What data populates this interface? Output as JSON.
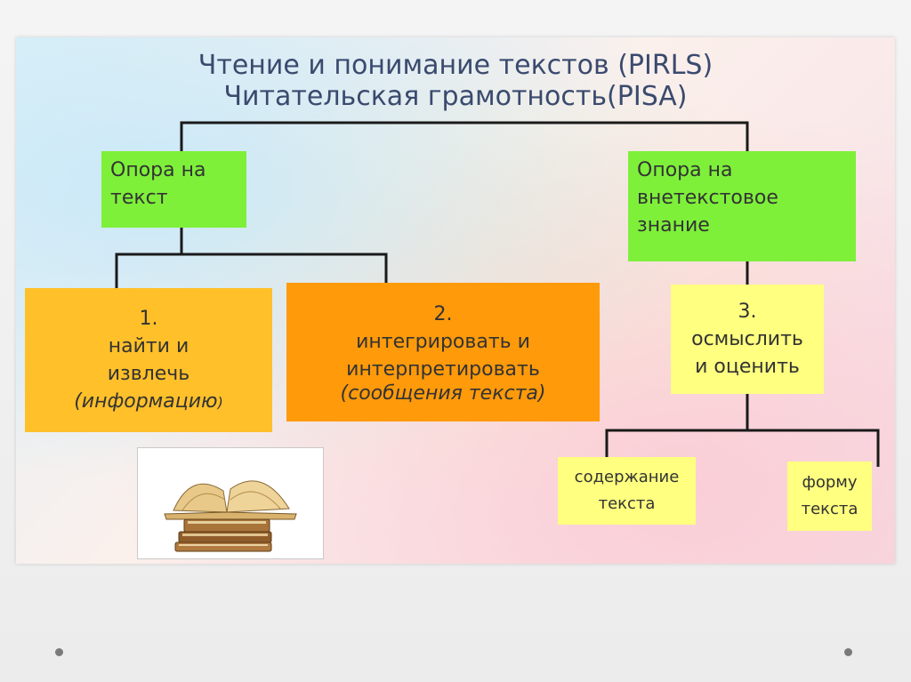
{
  "title": {
    "line1": "Чтение и понимание текстов (PIRLS)",
    "line2": "Читательская грамотность(PISA)"
  },
  "branches": {
    "text_based": {
      "line1": "Опора на",
      "line2": "текст"
    },
    "outside_knowledge": {
      "line1": "Опора на",
      "line2": "внетекстовое",
      "line3": "знание"
    }
  },
  "skills": {
    "find": {
      "number": "1.",
      "line1": "найти и",
      "line2": "извлечь",
      "note": "(информацию",
      "note_end": ")"
    },
    "integrate": {
      "number": "2.",
      "line1": "интегрировать и",
      "line2": "интерпретировать",
      "note": "(сообщения текста)"
    },
    "evaluate": {
      "number": "3.",
      "line1": "осмыслить",
      "line2": "и оценить"
    }
  },
  "evaluate_targets": {
    "content": {
      "line1": "содержание",
      "line2": "текста"
    },
    "form": {
      "line1": "форму",
      "line2": "текста"
    }
  },
  "colors": {
    "title": "#3a4a6e",
    "green_box": "#7ef03a",
    "yellow_box": "#ffff80",
    "orange_box": "#ffc02a",
    "dark_orange_box": "#ff9a0a"
  },
  "icons": {
    "picture": "stack-of-books-icon",
    "nav_left": "dot-icon",
    "nav_right": "dot-icon"
  }
}
